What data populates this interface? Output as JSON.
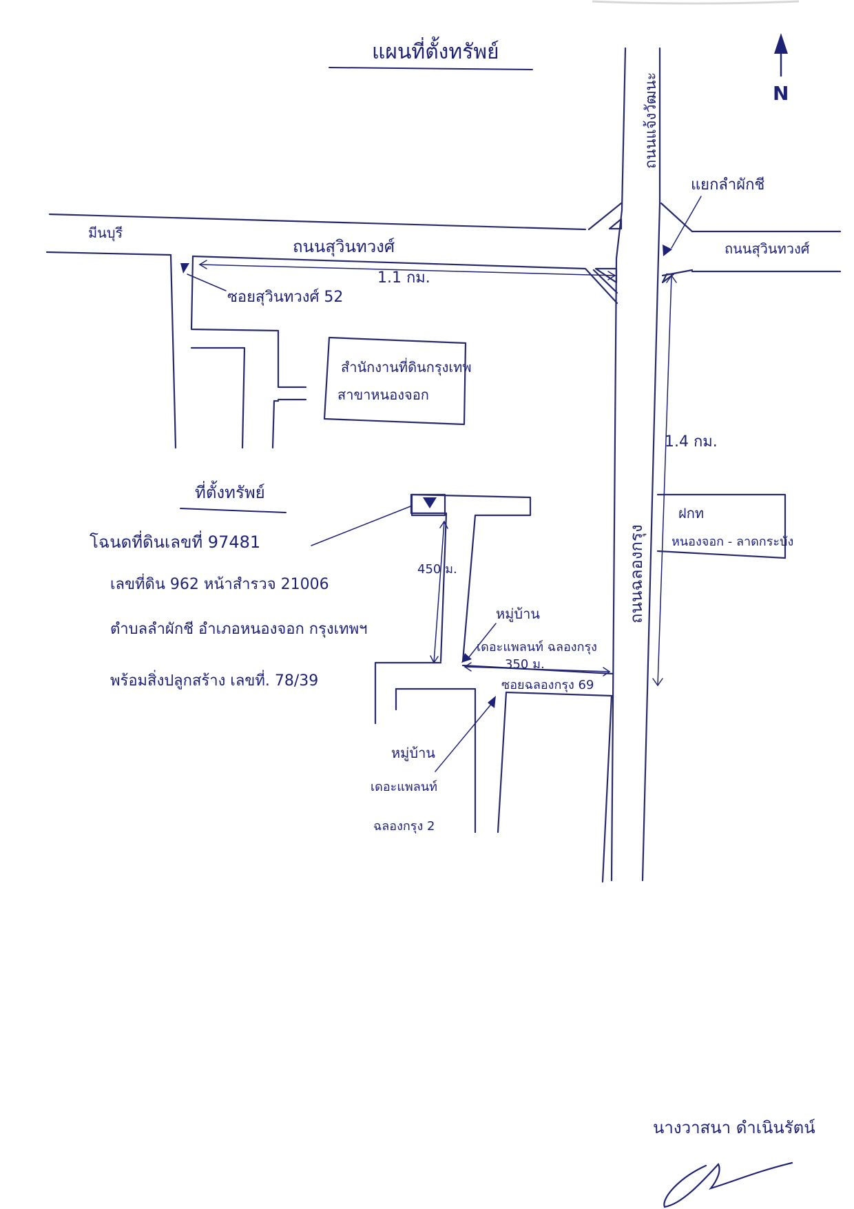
{
  "map": {
    "title": "แผนที่ตั้งทรัพย์",
    "north_label": "N",
    "roads": {
      "chaeng_watthana": "ถนนแจ้งวัฒนะ",
      "sukhonthawit_west": "ถนนสุวินทวงศ์",
      "sukhonthawit_east": "ถนนสุวินทวงศ์",
      "chalongkrung": "ถนนฉลองกรุง",
      "minburi": "มีนบุรี",
      "soi_suwinthawong_52": "ซอยสุวินทวงศ์ 52",
      "soi_chalongkrung_69": "ซอยฉลองกรุง 69"
    },
    "landmarks": {
      "lam_mak_khaeng_junction": "แยกลำผักชี",
      "land_office_line1": "สำนักงานที่ดินกรุงเทพ",
      "land_office_line2": "สาขาหนองจอก",
      "bank_line1": "ฝกท",
      "bank_line2": "หนองจอก - ลาดกระบัง",
      "village1_line1": "หมู่บ้าน",
      "village1_line2": "เดอะแพลนท์ ฉลองกรุง",
      "village2_line1": "หมู่บ้าน",
      "village2_line2": "เดอะแพลนท์",
      "village2_line3": "ฉลองกรุง 2"
    },
    "distances": {
      "d1": "1.1 กม.",
      "d2": "1.4 กม.",
      "d3": "450 ม.",
      "d4": "350 ม."
    },
    "property": {
      "heading": "ที่ตั้งทรัพย์",
      "line1": "โฉนดที่ดินเลขที่  97481",
      "line2": "เลขที่ดิน  962   หน้าสำรวจ  21006",
      "line3": "ตำบลลำผักชี    อำเภอหนองจอก   กรุงเทพฯ",
      "line4": "พร้อมสิ่งปลูกสร้าง  เลขที่.  78/39"
    },
    "signature": {
      "caption": "นางวาสนา ดำเนินรัตน์"
    }
  }
}
